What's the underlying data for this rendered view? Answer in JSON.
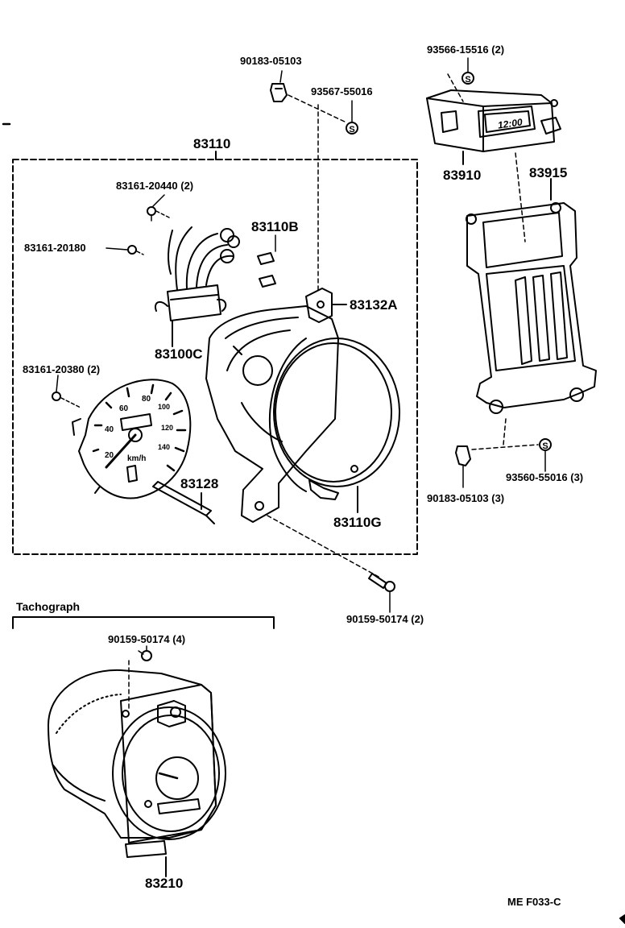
{
  "diagram": {
    "labels": {
      "p_90183_top": "90183-05103",
      "p_93567": "93567-55016",
      "p_93566": "93566-15516 (2)",
      "p_83110": "83110",
      "p_83910": "83910",
      "p_83915": "83915",
      "p_83161_20440": "83161-20440 (2)",
      "p_83110B": "83110B",
      "p_83161_20180": "83161-20180",
      "p_83132A": "83132A",
      "p_83100C": "83100C",
      "p_83161_20380": "83161-20380 (2)",
      "p_83128": "83128",
      "p_83110G": "83110G",
      "p_90183_bottom": "90183-05103 (3)",
      "p_93560": "93560-55016 (3)",
      "p_90159_2": "90159-50174 (2)",
      "tachograph": "Tachograph",
      "p_90159_4": "90159-50174 (4)",
      "p_83210": "83210",
      "figure_code": "ME F033-C"
    },
    "clock_display": "12:00",
    "speedo_unit": "km/h",
    "speedo_ticks": [
      "20",
      "40",
      "60",
      "80",
      "100",
      "120",
      "140"
    ],
    "s_symbol": "S"
  }
}
